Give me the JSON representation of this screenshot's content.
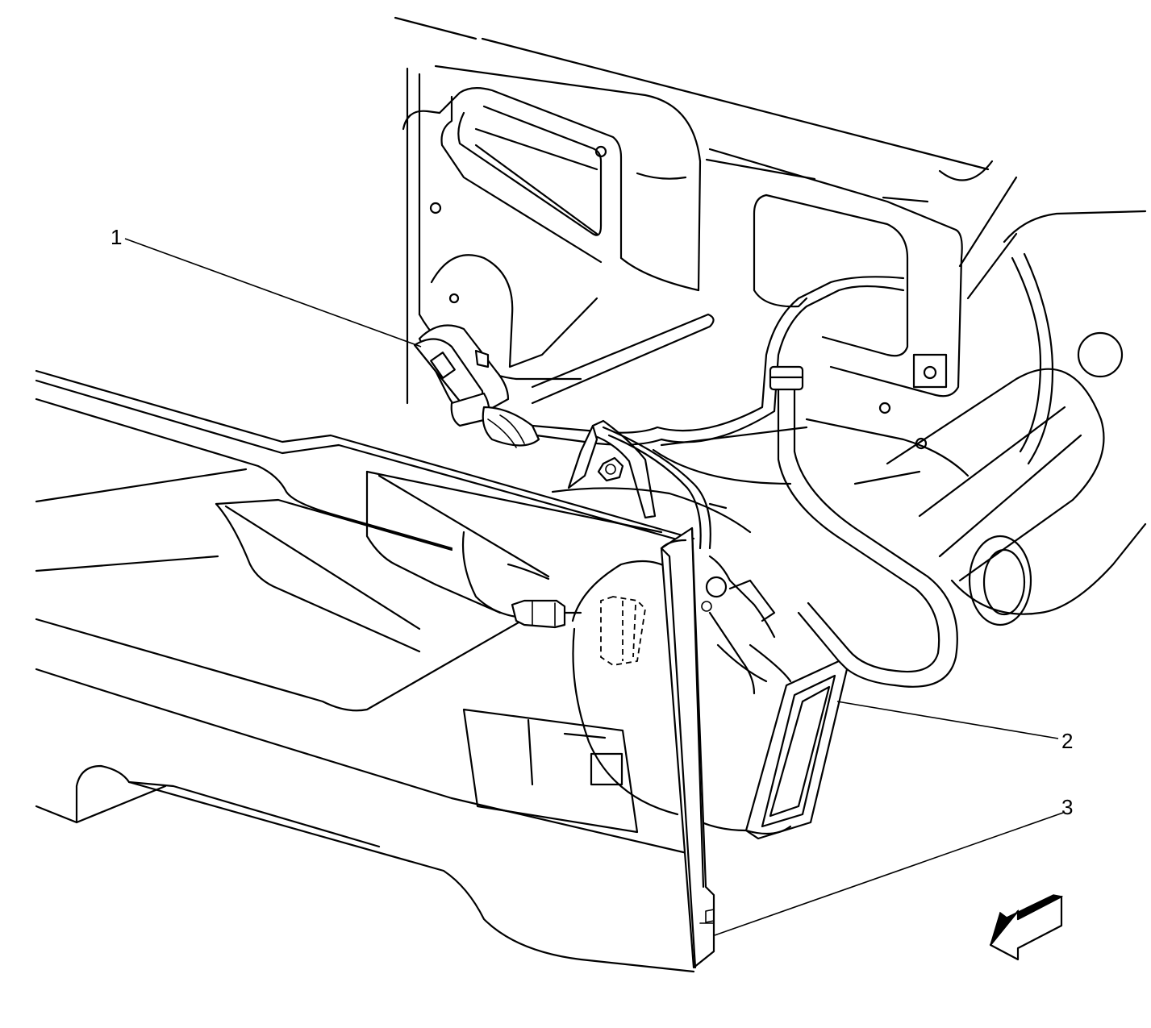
{
  "callouts": [
    {
      "id": "1",
      "label": "1"
    },
    {
      "id": "2",
      "label": "2"
    },
    {
      "id": "3",
      "label": "3"
    }
  ],
  "colors": {
    "line": "#000000",
    "background": "#ffffff"
  },
  "icons": {
    "direction": "forward-arrow-icon"
  }
}
